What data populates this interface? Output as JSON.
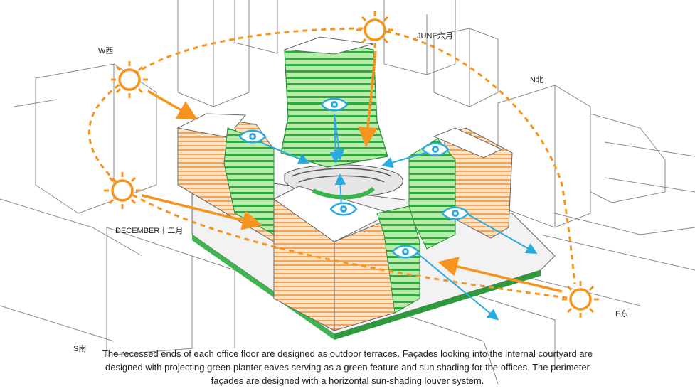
{
  "labels": {
    "west": "W西",
    "north": "N北",
    "east": "E东",
    "south": "S南",
    "june": "JUNE六月",
    "december": "DECEMBER十二月"
  },
  "caption": {
    "line1": "The recessed ends of each office floor are designed as outdoor terraces. Façades looking into the internal courtyard are",
    "line2": "designed with projecting green planter eaves serving as a green feature and sun shading for the offices. The perimeter",
    "line3": "façades are designed with a horizontal sun-shading louver system."
  },
  "colors": {
    "sun": "#f7941d",
    "path": "#f7941d",
    "view": "#29abe2",
    "green": "#39b54a",
    "greenLight": "#7dd36b",
    "louver": "#f4a460",
    "line": "#555555"
  },
  "icons": [
    "sun-icon",
    "eye-icon",
    "view-arrow",
    "sun-ray-arrow"
  ]
}
